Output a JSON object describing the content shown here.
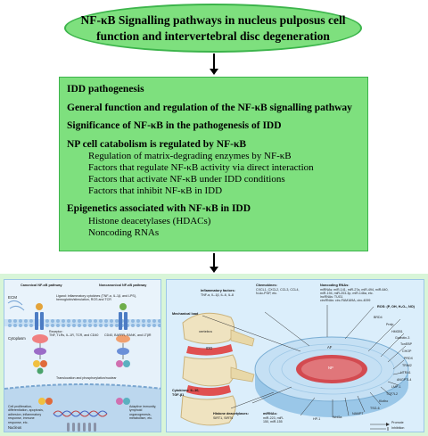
{
  "title": {
    "line1": "NF-κB Signalling pathways in nucleus pulposus cell",
    "line2": "function and intervertebral disc degeneration"
  },
  "outline": {
    "sections": [
      {
        "heading": "IDD pathogenesis",
        "items": []
      },
      {
        "heading": "General function and regulation of the NF-κB signalling pathway",
        "items": []
      },
      {
        "heading": "Significance of NF-κB in the pathogenesis of IDD",
        "items": []
      },
      {
        "heading": "NP cell catabolism is regulated by NF-κB",
        "items": [
          "Regulation of matrix-degrading enzymes by NF-κB",
          "Factors that regulate NF-κB activity via direct interaction",
          "Factors that activate NF-κB under IDD conditions",
          "Factors that inhibit NF-κB in IDD"
        ]
      },
      {
        "heading": "Epigenetics associated with NF-κB in IDD",
        "items": [
          "Histone deacetylases (HDACs)",
          "Noncoding RNAs"
        ]
      }
    ]
  },
  "left_panel": {
    "canonical_title": "Canonical NF-κB pathway",
    "noncanonical_title": "Noncanonical NF-κB pathway",
    "ligand_text": "Ligand: inflammatory cytokines (TNF-α, IL-1β, and LPS),",
    "ligand_text2": "hemoglobin/stimulation, ROS and TCR",
    "ecm": "ECM",
    "receptor": "Receptor:",
    "receptor_list": "TNF, TLRs, IL-1R, TCR, and CD40",
    "receptor_list2": "CD40, BAFFR, RANK, and LTβR",
    "cytoplasm": "Cytoplasm",
    "nucleus": "Nucleus",
    "translocation": "Translocation and phosphorylation/nuclear",
    "outcome_left": "Cell proliferation, differentiation, apoptosis, adhesion, inflammatory response, immune response, etc.",
    "outcome_right": "Adaptive immunity, lymphoid organogenesis, metabolism, etc."
  },
  "right_panel": {
    "inflammatory_factors": "Inflammatory factors:",
    "inflammatory_list": "TNF-α, IL-1β, IL-6, IL-8",
    "chemokines": "Chemokines:",
    "chemokine_list": "CXCL1, CXCL2, CCL3, CCL4,",
    "chemokine_list2": "N-Ac-PGP, etc.",
    "noncoding": "Noncoding RNAs:",
    "mirna_line": "miRNAs: miR-141, miR-27a, miR-494, miR-640,",
    "mirna_line2": "miR-194, miR-203-3p, miR-146a, etc.",
    "lncrna_line": "lncRNAs: TUG1",
    "circrna_line": "circRNAs: circ-FAM169A, circ-4099",
    "ros": "ROS: (P, OH, H₂O₂, NO)",
    "mech_load": "Mechanical load",
    "vertebra": "vertebra",
    "nucleus_pulposus": "NP",
    "annulus": "AF",
    "idd_label": "IDD",
    "cytokines": "Cytokines: IL-10, TGF-β1",
    "histone": "Histone deacetylases:",
    "histone_list": "SIRT1, SIRT6",
    "mirnas_bottom": "miRNAs:",
    "mirnas_bottom_list": "miR-223, miR-150, miR-155",
    "factors": [
      "BRD4",
      "Prelp",
      "HMGB1",
      "Galectin-3",
      "TonEBP",
      "CHOP",
      "PRDX",
      "TRIM2",
      "HTRA1",
      "ANGPTL4",
      "LMP-1",
      "TCF7L2",
      "Klotho",
      "TSG-6",
      "NAMPT",
      "Wnt5a",
      "HP-1"
    ],
    "legend_promote": "Promote",
    "legend_inhibit": "Inhibition"
  }
}
